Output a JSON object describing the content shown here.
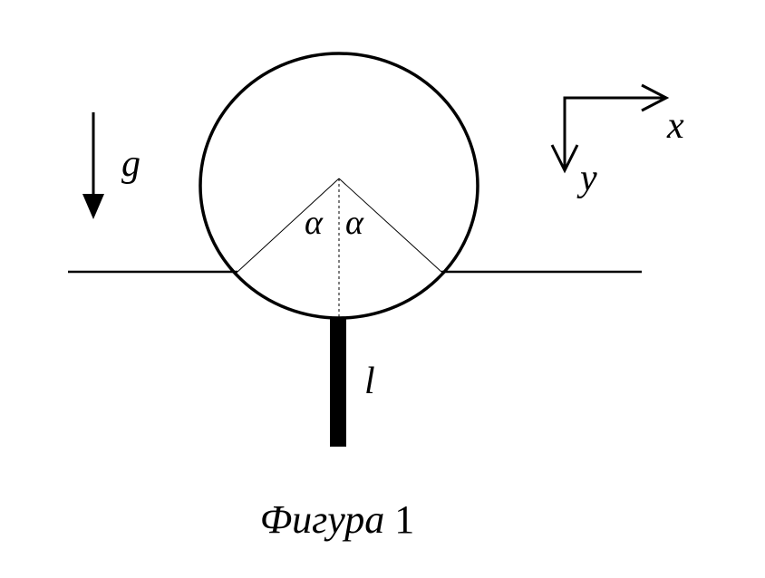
{
  "labels": {
    "gravity": "g",
    "x_axis": "x",
    "y_axis": "y",
    "angle_left": "α",
    "angle_right": "α",
    "rod_length": "l"
  },
  "caption": {
    "word": "Фигура",
    "number": "1"
  },
  "colors": {
    "stroke": "#000000",
    "background": "#ffffff"
  }
}
